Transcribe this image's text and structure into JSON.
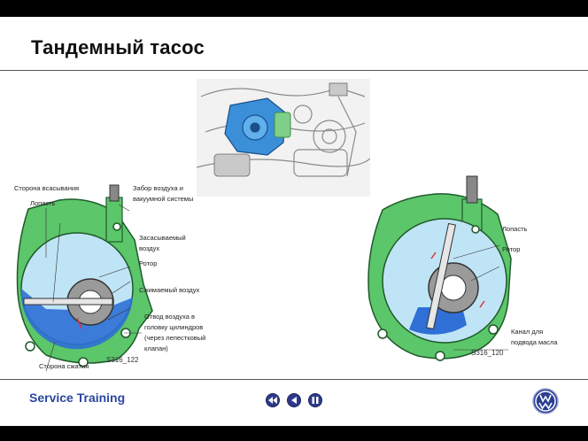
{
  "slide": {
    "title": "Тандемный тасос"
  },
  "left_diagram": {
    "labels": {
      "suction_side": "Сторона всасывания",
      "vane": "Лопасть",
      "intake": "Забор воздуха и",
      "intake2": "вакуумной системы",
      "sucked_air": "Засасываемый",
      "sucked_air2": "воздух",
      "rotor": "Ротор",
      "compressed_air": "Сжимаемый воздух",
      "outlet": "Отвод воздуха в",
      "outlet2": "головку цилиндров",
      "outlet3": "(через лепестковый",
      "outlet4": "клапан)",
      "pressure_side": "Сторона сжатия"
    },
    "code": "S316_122"
  },
  "right_diagram": {
    "labels": {
      "vane": "Лопасть",
      "rotor": "Ротор",
      "oil_channel": "Канал для",
      "oil_channel2": "подвода масла"
    },
    "code": "S316_120"
  },
  "footer": {
    "brand_text": "Service Training",
    "nav": {
      "first_icon": "skip-back-icon",
      "prev_icon": "back-icon",
      "pause_icon": "pause-icon"
    },
    "logo": "vw-logo"
  },
  "colors": {
    "brand_blue": "#2b46a0",
    "housing_green": "#5cc66a",
    "chamber_light_blue": "#bfe4f5",
    "chamber_blue": "#2f6fd6"
  }
}
